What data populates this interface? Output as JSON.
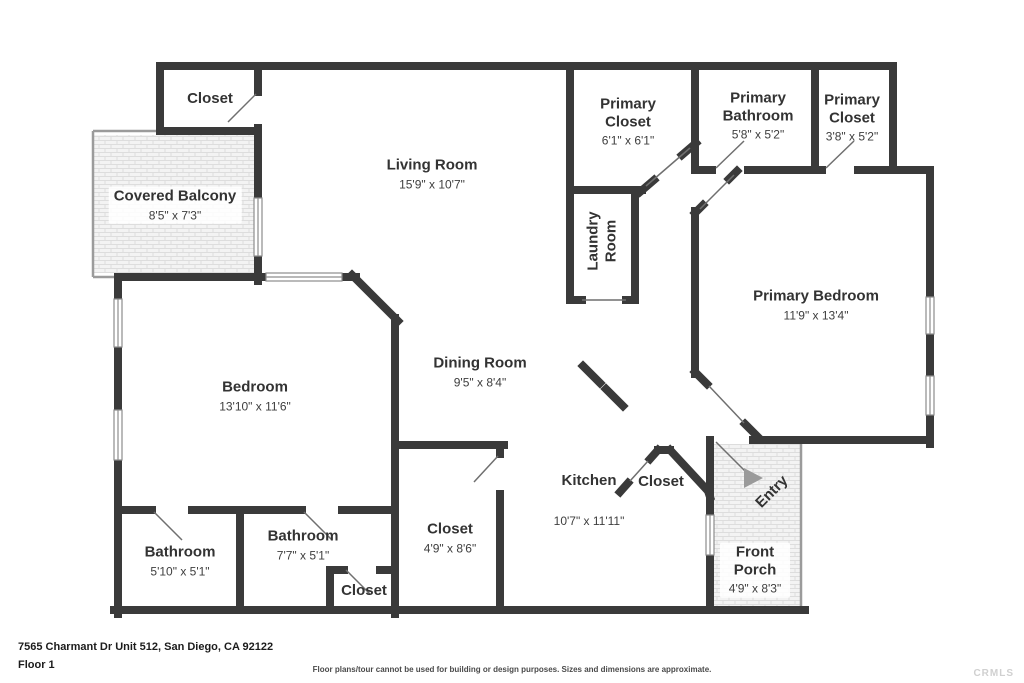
{
  "footer": {
    "address": "7565 Charmant Dr Unit 512, San Diego, CA 92122",
    "floor_label": "Floor 1",
    "disclaimer": "Floor plans/tour cannot be used for building or design purposes. Sizes and dimensions are approximate.",
    "watermark": "CRMLS"
  },
  "colors": {
    "wall": "#3a3a3a",
    "thin_wall": "#9b9b9b",
    "hatch_fill": "#f3f3f3",
    "hatch_line": "#dddddd",
    "room_text": "#333333",
    "entry_arrow": "#9a9a9a",
    "watermark_text": "#d0d0d0"
  },
  "rooms": [
    {
      "id": "closet-top-left",
      "name": "Closet",
      "dims": ""
    },
    {
      "id": "covered-balcony",
      "name": "Covered Balcony",
      "dims": "8'5\" x 7'3\""
    },
    {
      "id": "living-room",
      "name": "Living Room",
      "dims": "15'9\" x 10'7\""
    },
    {
      "id": "primary-closet-top",
      "name": "Primary Closet",
      "dims": "6'1\" x 6'1\""
    },
    {
      "id": "primary-bathroom",
      "name": "Primary Bathroom",
      "dims": "5'8\" x 5'2\""
    },
    {
      "id": "primary-closet-right",
      "name": "Primary Closet",
      "dims": "3'8\" x 5'2\""
    },
    {
      "id": "laundry-room",
      "name": "Laundry Room",
      "dims": ""
    },
    {
      "id": "primary-bedroom",
      "name": "Primary Bedroom",
      "dims": "11'9\" x 13'4\""
    },
    {
      "id": "bedroom",
      "name": "Bedroom",
      "dims": "13'10\" x 11'6\""
    },
    {
      "id": "dining-room",
      "name": "Dining Room",
      "dims": "9'5\" x 8'4\""
    },
    {
      "id": "kitchen",
      "name": "Kitchen",
      "dims": "10'7\" x 11'11\""
    },
    {
      "id": "closet-kitchen",
      "name": "Closet",
      "dims": ""
    },
    {
      "id": "entry",
      "name": "Entry",
      "dims": ""
    },
    {
      "id": "bathroom-left",
      "name": "Bathroom",
      "dims": "5'10\" x 5'1\""
    },
    {
      "id": "bathroom-middle",
      "name": "Bathroom",
      "dims": "7'7\" x 5'1\""
    },
    {
      "id": "closet-hall",
      "name": "Closet",
      "dims": "4'9\" x 8'6\""
    },
    {
      "id": "closet-small",
      "name": "Closet",
      "dims": ""
    },
    {
      "id": "front-porch",
      "name": "Front Porch",
      "dims": "4'9\" x 8'3\""
    }
  ]
}
